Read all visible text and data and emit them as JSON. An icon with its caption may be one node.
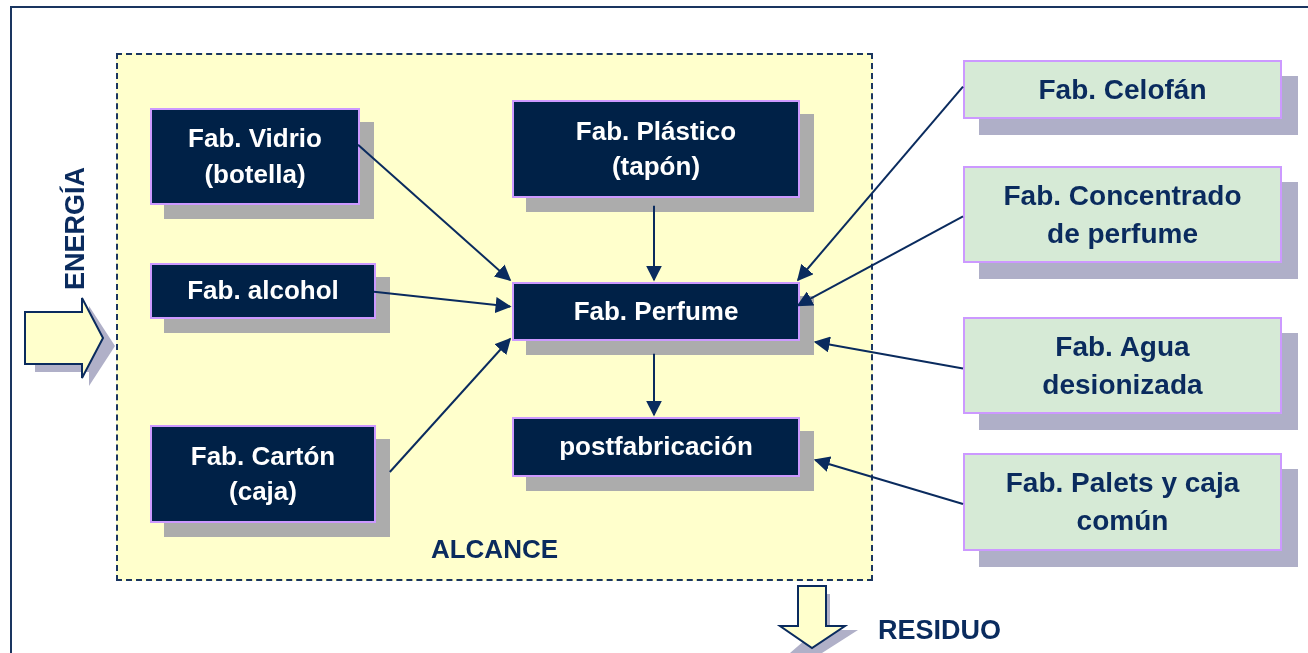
{
  "diagram": {
    "nodes": [
      {
        "text": [
          "ALCANCE"
        ]
      },
      {
        "text": [
          "Fab. Vidrio (botella)"
        ],
        "in": 0
      },
      {
        "text": [
          "Fab. Plástico (tapón)"
        ],
        "in": 0
      },
      {
        "text": [
          "Fab. alcohol"
        ],
        "in": 0
      },
      {
        "text": [
          "Fab. Perfume"
        ],
        "in": 0
      },
      {
        "text": [
          "Fab. Cartón (caja)"
        ],
        "in": 0
      },
      {
        "text": [
          "postfabricación"
        ],
        "in": 0
      },
      {
        "text": [
          "Fab. Celofán"
        ]
      },
      {
        "text": [
          "Fab. Concentrado de perfume"
        ]
      },
      {
        "text": [
          "Fab. Agua desionizada"
        ]
      },
      {
        "text": [
          "Fab. Palets y caja común"
        ]
      }
    ],
    "edges": [
      {
        "from": 1,
        "to": 4,
        "arrow": "to"
      },
      {
        "from": 2,
        "to": 4,
        "arrow": "to"
      },
      {
        "from": 3,
        "to": 4,
        "arrow": "to"
      },
      {
        "from": 5,
        "to": 4,
        "arrow": "to"
      },
      {
        "from": 4,
        "to": 6,
        "arrow": "to"
      },
      {
        "from": 7,
        "to": 4,
        "arrow": "to"
      },
      {
        "from": 8,
        "to": 4,
        "arrow": "to"
      },
      {
        "from": 9,
        "to": 4,
        "arrow": "to"
      },
      {
        "from": 10,
        "to": 6,
        "arrow": "to"
      }
    ],
    "labels": [
      "ENERGÍA",
      "RESIDUO"
    ]
  }
}
